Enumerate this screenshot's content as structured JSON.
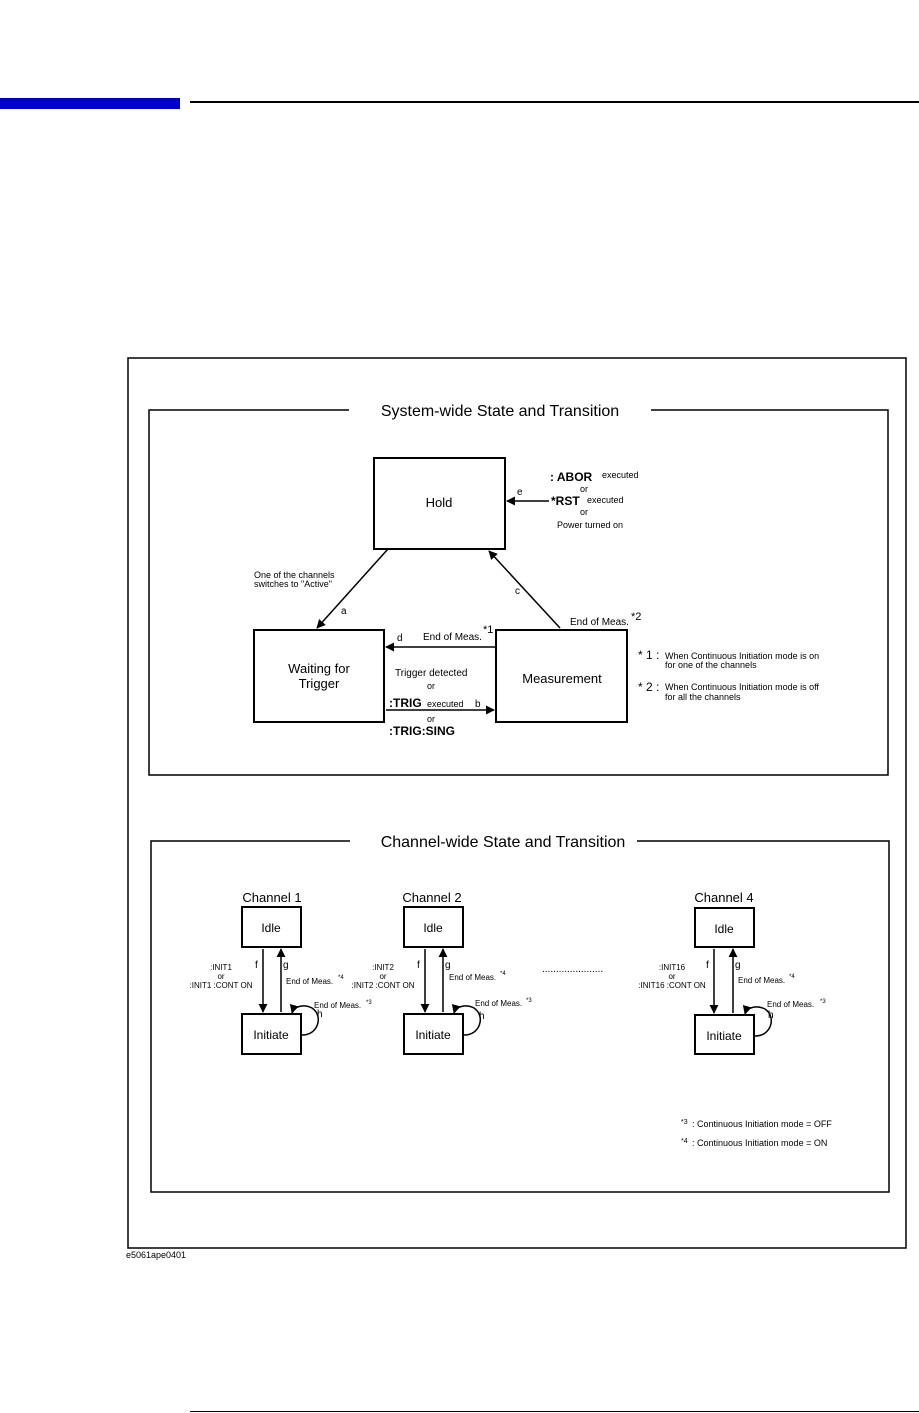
{
  "figure_id": "e5061ape0401",
  "system": {
    "title": "System-wide State and Transition",
    "states": {
      "hold": "Hold",
      "waiting_line1": "Waiting for",
      "waiting_line2": "Trigger",
      "measurement": "Measurement"
    },
    "labels": {
      "a": "a",
      "b": "b",
      "c": "c",
      "d": "d",
      "e": "e",
      "channels_line1": "One of the channels",
      "channels_line2": "switches to \"Active\"",
      "abor": ": ABOR",
      "executed": "executed",
      "or": "or",
      "rst": "*RST",
      "power": "Power turned on",
      "end_meas": "End of Meas.",
      "sup1": "*1",
      "sup2": "*2",
      "trigger_detected": "Trigger detected",
      "trig": ":TRIG",
      "trig_sing": ":TRIG:SING"
    },
    "notes": [
      {
        "mark": "* 1 :",
        "line1": "When Continuous Initiation mode is on",
        "line2": "for one of the channels"
      },
      {
        "mark": "* 2 :",
        "line1": "When Continuous Initiation mode is off",
        "line2": "for all the channels"
      }
    ]
  },
  "channel": {
    "title": "Channel-wide State and Transition",
    "idle": "Idle",
    "initiate": "Initiate",
    "f": "f",
    "g": "g",
    "h": "h",
    "or": "or",
    "end_meas": "End of Meas.",
    "sup3": "*3",
    "sup4": "*4",
    "dots": "......................",
    "channels": [
      {
        "name": "Channel 1",
        "cmd1": ":INIT1",
        "cmd2": ":INIT1 :CONT ON"
      },
      {
        "name": "Channel 2",
        "cmd1": ":INIT2",
        "cmd2": ":INIT2 :CONT ON"
      },
      {
        "name": "Channel 4",
        "cmd1": ":INIT16",
        "cmd2": ":INIT16 :CONT ON"
      }
    ],
    "notes": [
      {
        "mark": "*3",
        "text": ": Continuous Initiation mode = OFF"
      },
      {
        "mark": "*4",
        "text": ": Continuous Initiation mode = ON"
      }
    ]
  }
}
